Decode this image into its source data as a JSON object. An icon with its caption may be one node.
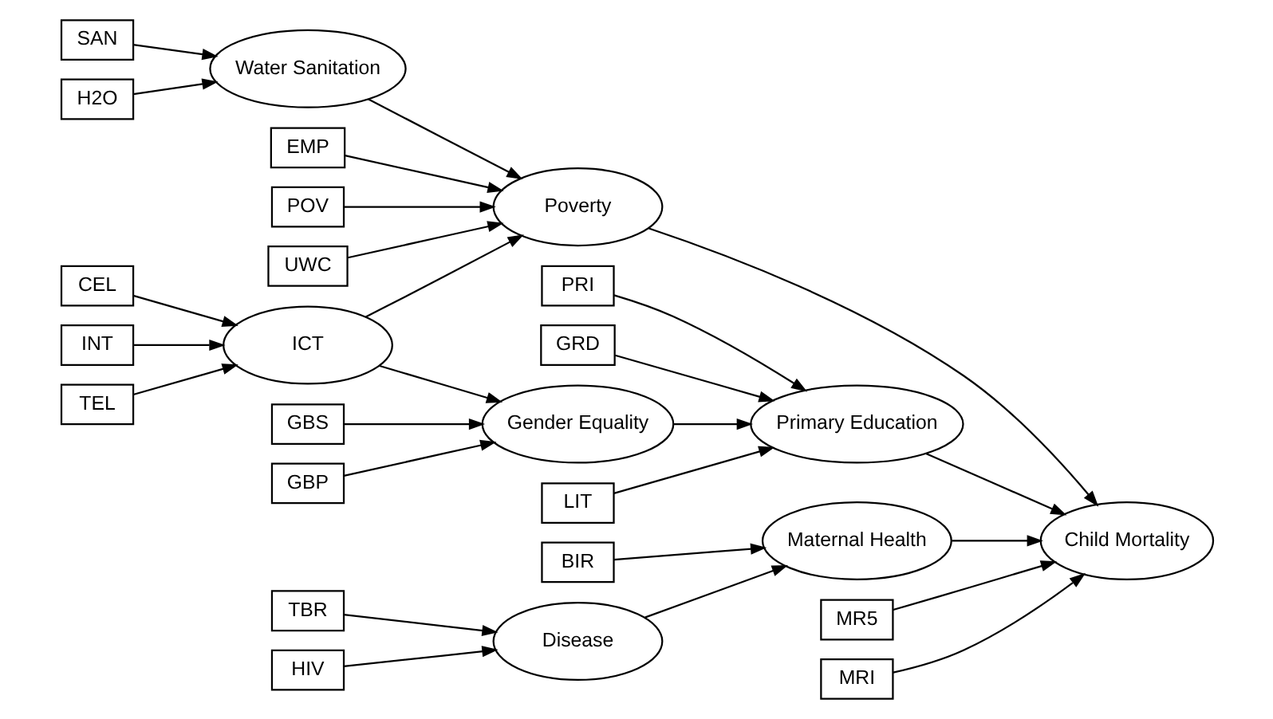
{
  "diagram": {
    "nodes": [
      {
        "text": [
          "EMP"
        ]
      },
      {
        "text": [
          "POV"
        ]
      },
      {
        "text": [
          "UWC"
        ]
      },
      {
        "text": [
          "Poverty"
        ]
      },
      {
        "text": [
          "CEL"
        ]
      },
      {
        "text": [
          "INT"
        ]
      },
      {
        "text": [
          "TEL"
        ]
      },
      {
        "text": [
          "ICT"
        ]
      },
      {
        "text": [
          "LIT"
        ]
      },
      {
        "text": [
          "PRI"
        ]
      },
      {
        "text": [
          "GRD"
        ]
      },
      {
        "text": [
          "Primary Education"
        ]
      },
      {
        "text": [
          "H2O"
        ]
      },
      {
        "text": [
          "SAN"
        ]
      },
      {
        "text": [
          "Water Sanitation"
        ]
      },
      {
        "text": [
          "GBP"
        ]
      },
      {
        "text": [
          "GBS"
        ]
      },
      {
        "text": [
          "Gender Equality"
        ]
      },
      {
        "text": [
          "HIV"
        ]
      },
      {
        "text": [
          "TBR"
        ]
      },
      {
        "text": [
          "Disease"
        ]
      },
      {
        "text": [
          "Maternal Health"
        ]
      },
      {
        "text": [
          "Child Mortality"
        ]
      },
      {
        "text": [
          "MR5"
        ]
      },
      {
        "text": [
          "MRI"
        ]
      },
      {
        "text": [
          "BIR"
        ]
      }
    ],
    "edges": [
      {
        "from": 0,
        "to": 3,
        "arrow": "to"
      },
      {
        "from": 1,
        "to": 3,
        "arrow": "to"
      },
      {
        "from": 2,
        "to": 3,
        "arrow": "to"
      },
      {
        "from": 4,
        "to": 7,
        "arrow": "to"
      },
      {
        "from": 5,
        "to": 7,
        "arrow": "to"
      },
      {
        "from": 6,
        "to": 7,
        "arrow": "to"
      },
      {
        "from": 7,
        "to": 3,
        "arrow": "to"
      },
      {
        "from": 7,
        "to": 17,
        "arrow": "to"
      },
      {
        "from": 8,
        "to": 11,
        "arrow": "to"
      },
      {
        "from": 9,
        "to": 11,
        "arrow": "to"
      },
      {
        "from": 10,
        "to": 11,
        "arrow": "to"
      },
      {
        "from": 12,
        "to": 14,
        "arrow": "to"
      },
      {
        "from": 13,
        "to": 14,
        "arrow": "to"
      },
      {
        "from": 14,
        "to": 3,
        "arrow": "to"
      },
      {
        "from": 15,
        "to": 17,
        "arrow": "to"
      },
      {
        "from": 16,
        "to": 17,
        "arrow": "to"
      },
      {
        "from": 17,
        "to": 11,
        "arrow": "to"
      },
      {
        "from": 11,
        "to": 22,
        "arrow": "to"
      },
      {
        "from": 3,
        "to": 22,
        "arrow": "to"
      },
      {
        "from": 18,
        "to": 20,
        "arrow": "to"
      },
      {
        "from": 19,
        "to": 20,
        "arrow": "to"
      },
      {
        "from": 20,
        "to": 21,
        "arrow": "to"
      },
      {
        "from": 21,
        "to": 22,
        "arrow": "to"
      },
      {
        "from": 23,
        "to": 22,
        "arrow": "to"
      },
      {
        "from": 24,
        "to": 22,
        "arrow": "to"
      },
      {
        "from": 25,
        "to": 21,
        "arrow": "to"
      }
    ]
  }
}
